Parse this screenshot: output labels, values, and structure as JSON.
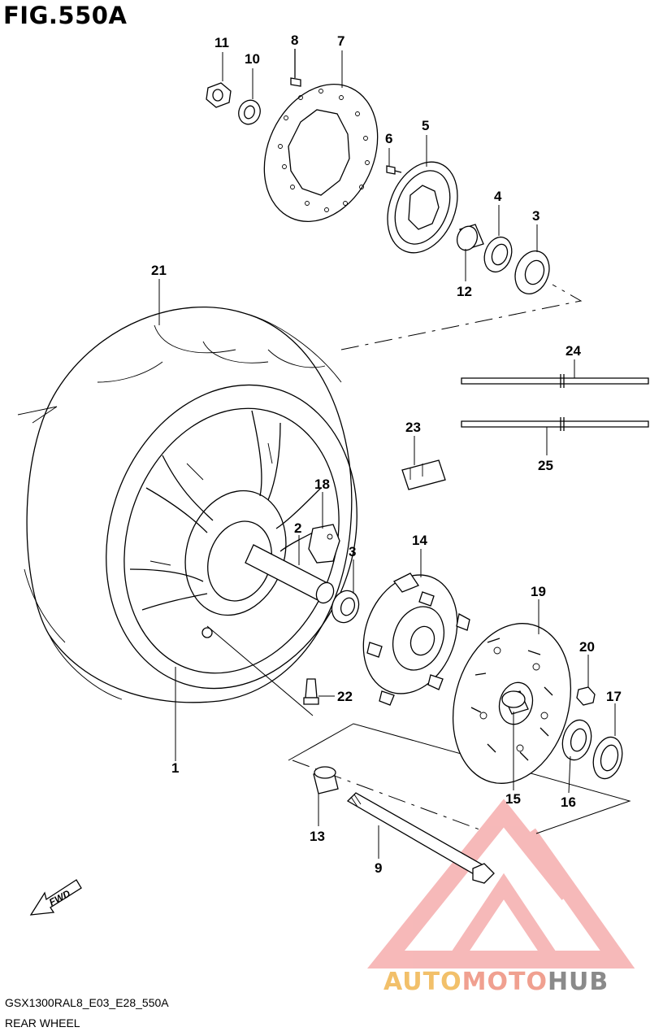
{
  "figure": {
    "title": "FIG.550A",
    "model_code": "GSX1300RAL8_E03_E28_550A",
    "section_name": "REAR WHEEL",
    "fwd_arrow_text": "FWD"
  },
  "watermark": {
    "word1": "AUTO",
    "word2": "MOTO",
    "word3": "HUB",
    "colors": {
      "auto": "#f2c06a",
      "moto": "#f0a090",
      "hub": "#8a8a8a",
      "logo": "#f08080"
    }
  },
  "callouts": {
    "c1": "1",
    "c2": "2",
    "c3a": "3",
    "c3b": "3",
    "c4": "4",
    "c5": "5",
    "c6": "6",
    "c7": "7",
    "c8": "8",
    "c9": "9",
    "c10": "10",
    "c11": "11",
    "c12": "12",
    "c13": "13",
    "c14": "14",
    "c15": "15",
    "c16": "16",
    "c17": "17",
    "c18": "18",
    "c19": "19",
    "c20": "20",
    "c21": "21",
    "c22": "22",
    "c23": "23",
    "c24": "24",
    "c25": "25"
  }
}
